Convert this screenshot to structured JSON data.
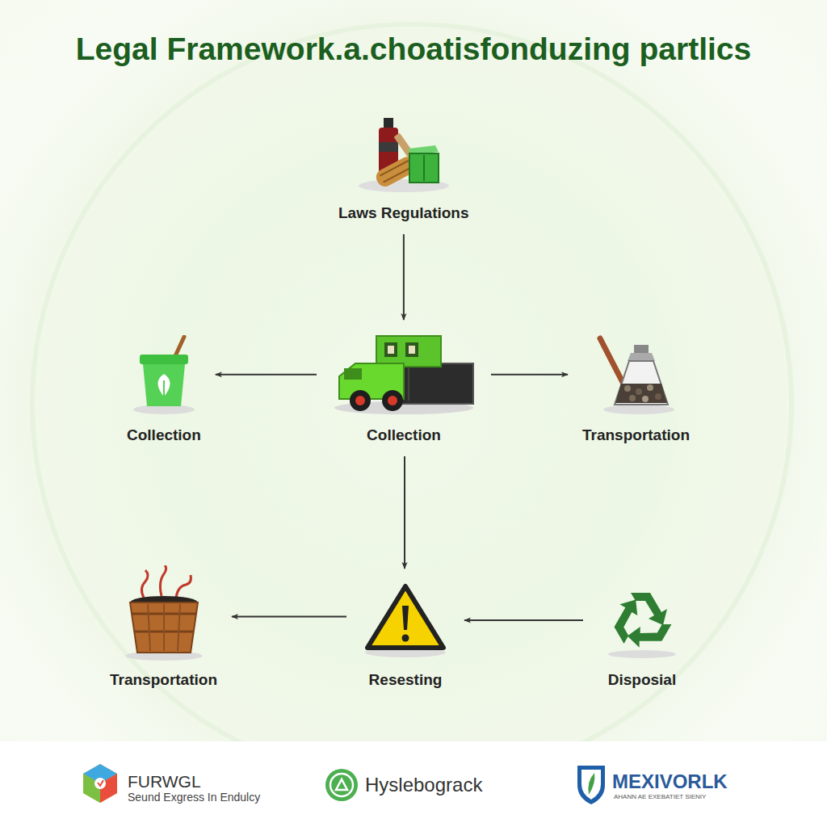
{
  "diagram": {
    "title": "Legal Framework.a.choatisfonduzing partlics",
    "nodes": [
      {
        "text": [
          "Laws Regulations"
        ]
      },
      {
        "text": [
          "Collection"
        ]
      },
      {
        "text": [
          "Collection"
        ]
      },
      {
        "text": [
          "Transportation"
        ]
      },
      {
        "text": [
          "Transportation"
        ]
      },
      {
        "text": [
          "Resesting"
        ]
      },
      {
        "text": [
          "Disposial"
        ]
      }
    ],
    "edges": [
      {
        "from": 0,
        "to": 2,
        "arrow": "to"
      },
      {
        "from": 2,
        "to": 1,
        "arrow": "to"
      },
      {
        "from": 2,
        "to": 3,
        "arrow": "to"
      },
      {
        "from": 2,
        "to": 5,
        "arrow": "to"
      },
      {
        "from": 5,
        "to": 4,
        "arrow": "to"
      },
      {
        "from": 6,
        "to": 5,
        "arrow": "to"
      }
    ],
    "labels": [
      "FURWGL",
      "Seund Exgress In Endulcy",
      "Hyslebograck",
      "MEXIVORLK",
      "AHANN AE EXEBATIET SIENIY"
    ]
  }
}
